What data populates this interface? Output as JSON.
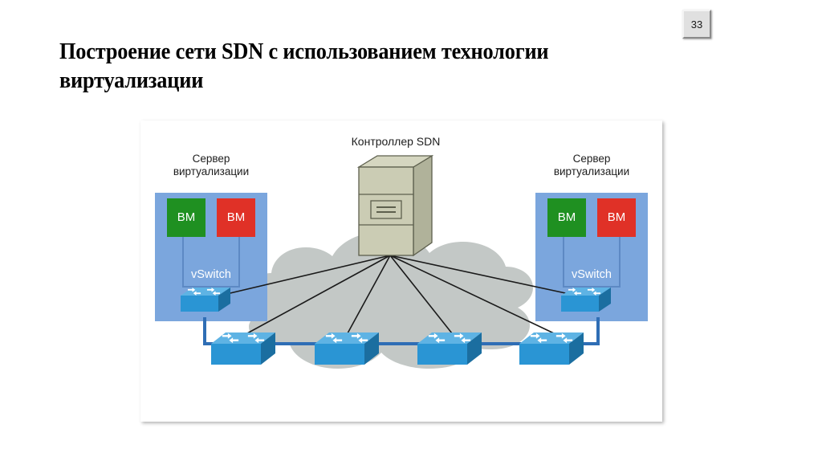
{
  "page": {
    "number": "33",
    "background_color": "#ffffff"
  },
  "title": {
    "line1": "Построение сети SDN с использованием технологии",
    "line2": "виртуализации"
  },
  "diagram": {
    "controller": {
      "label": "Контроллер SDN",
      "icon": "server-tower-icon",
      "colors": {
        "front": "#cbccb4",
        "top": "#d5d6c0",
        "side": "#b0b29a",
        "outline": "#5d5f4d"
      }
    },
    "servers": [
      {
        "id": "left",
        "label_line1": "Сервер",
        "label_line2": "виртуализации",
        "panel_color": "#7ba6dd",
        "vswitch_label": "vSwitch",
        "vms": [
          {
            "label": "BM",
            "color": "#1f9021"
          },
          {
            "label": "BM",
            "color": "#e03127"
          }
        ]
      },
      {
        "id": "right",
        "label_line1": "Сервер",
        "label_line2": "виртуализации",
        "panel_color": "#7ba6dd",
        "vswitch_label": "vSwitch",
        "vms": [
          {
            "label": "BM",
            "color": "#1f9021"
          },
          {
            "label": "BM",
            "color": "#e03127"
          }
        ]
      }
    ],
    "cloud": {
      "icon": "network-cloud-icon",
      "color": "#c3c8c6",
      "switch_count": 4,
      "switch_icon": "network-switch-icon",
      "trunk_color": "#2f6eb5"
    },
    "control_links": {
      "count": 6,
      "color": "#1a1a1a",
      "description": "Контроллер SDN соединён с коммутаторами"
    }
  }
}
